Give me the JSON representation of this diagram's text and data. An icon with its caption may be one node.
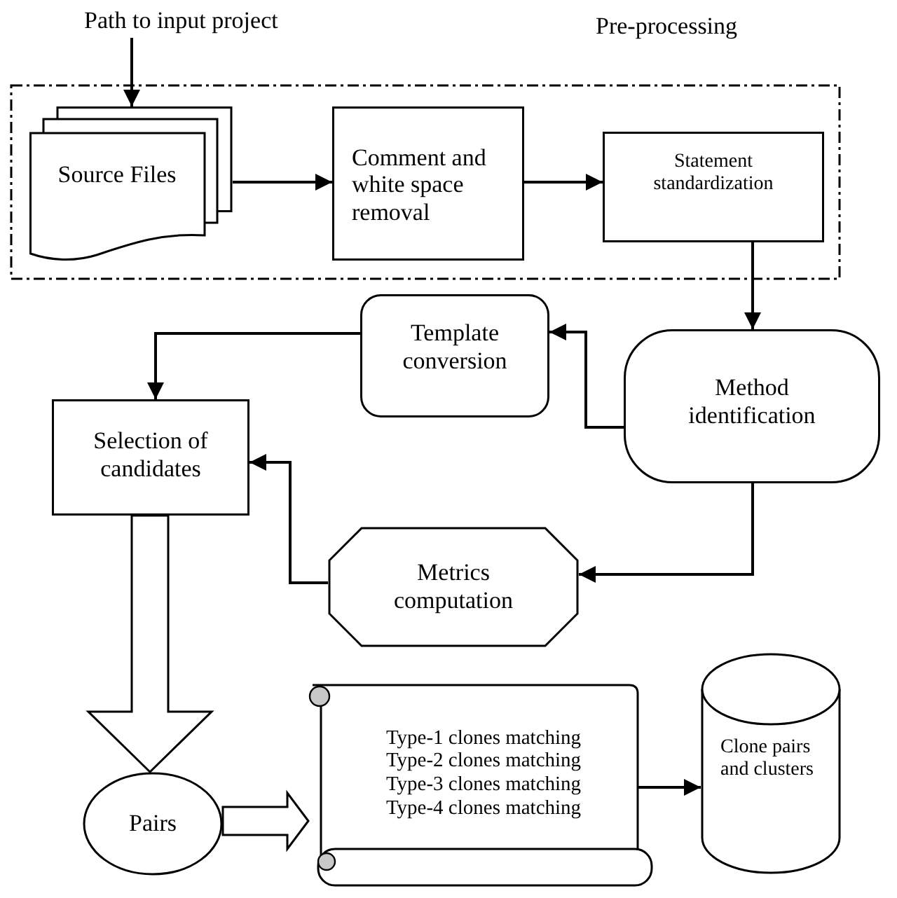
{
  "diagram": {
    "nodes": [
      {
        "text": [
          "Path to input project"
        ]
      },
      {
        "text": [
          "Pre-processing"
        ]
      },
      {
        "text": [
          "Source Files"
        ],
        "in": 1
      },
      {
        "text": [
          "Comment and white space removal"
        ],
        "in": 1
      },
      {
        "text": [
          "Statement standardization"
        ],
        "in": 1
      },
      {
        "text": [
          "Template conversion"
        ]
      },
      {
        "text": [
          "Method identification"
        ]
      },
      {
        "text": [
          "Selection of candidates"
        ]
      },
      {
        "text": [
          "Metrics computation"
        ]
      },
      {
        "text": [
          "Pairs"
        ]
      },
      {
        "text": [
          "Type-1 clones matching",
          "Type-2 clones matching",
          "Type-3 clones matching",
          "Type-4 clones matching"
        ]
      },
      {
        "text": [
          "Clone pairs and clusters"
        ]
      }
    ],
    "edges": [
      {
        "from": 0,
        "to": 2,
        "arrow": "to"
      },
      {
        "from": 2,
        "to": 3,
        "arrow": "to"
      },
      {
        "from": 3,
        "to": 4,
        "arrow": "to"
      },
      {
        "from": 4,
        "to": 6,
        "arrow": "to"
      },
      {
        "from": 6,
        "to": 5,
        "arrow": "to"
      },
      {
        "from": 5,
        "to": 7,
        "arrow": "to"
      },
      {
        "from": 6,
        "to": 8,
        "arrow": "to"
      },
      {
        "from": 8,
        "to": 7,
        "arrow": "to"
      },
      {
        "from": 7,
        "to": 9,
        "arrow": "to",
        "style": "thick"
      },
      {
        "from": 9,
        "to": 10,
        "arrow": "to",
        "style": "thick"
      },
      {
        "from": 10,
        "to": 11,
        "arrow": "to"
      }
    ]
  }
}
